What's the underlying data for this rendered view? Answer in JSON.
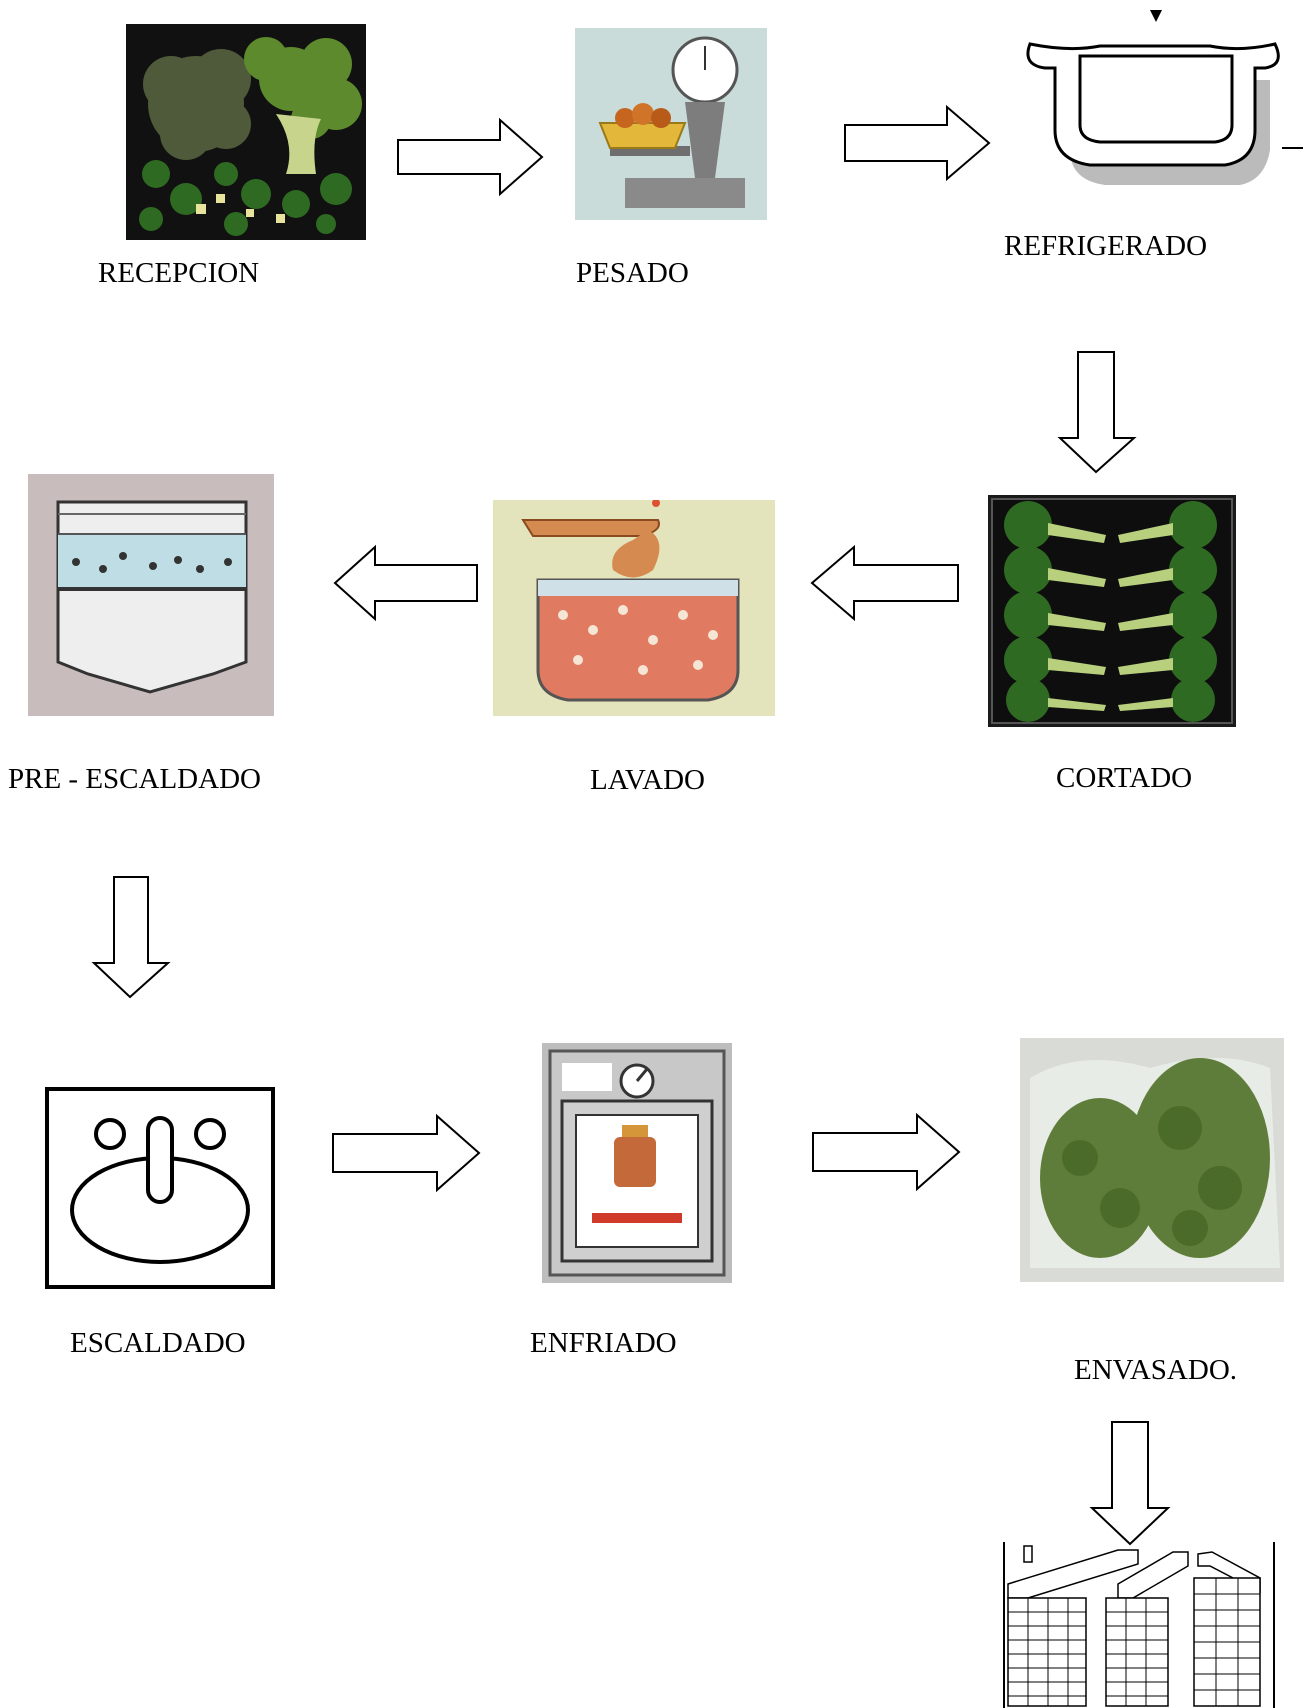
{
  "diagram": {
    "steps": [
      {
        "label": "RECEPCION",
        "icon": "broccoli-photo-icon"
      },
      {
        "label": "PESADO",
        "icon": "weighing-scale-icon"
      },
      {
        "label": "REFRIGERADO",
        "icon": "refrigeration-tank-icon"
      },
      {
        "label": "CORTADO",
        "icon": "cut-broccoli-box-icon"
      },
      {
        "label": "LAVADO",
        "icon": "washing-tank-icon"
      },
      {
        "label": "PRE - ESCALDADO",
        "icon": "pre-blanching-tank-icon"
      },
      {
        "label": "ESCALDADO",
        "icon": "blancher-icon"
      },
      {
        "label": "ENFRIADO",
        "icon": "cooling-chamber-icon"
      },
      {
        "label": "ENVASADO.",
        "icon": "bagged-broccoli-photo-icon"
      },
      {
        "label": "",
        "icon": "cold-storage-warehouse-icon"
      }
    ],
    "colors": {
      "arrow_stroke": "#000000",
      "arrow_fill": "#ffffff",
      "broccoli_dark": "#2f5e1e",
      "broccoli_light": "#6f9a3a",
      "panel_bg": "#c9dcda",
      "beige_bg": "#e3e4bc",
      "grey_panel": "#bdbdbd",
      "mauve_bg": "#c9bcbc"
    }
  }
}
